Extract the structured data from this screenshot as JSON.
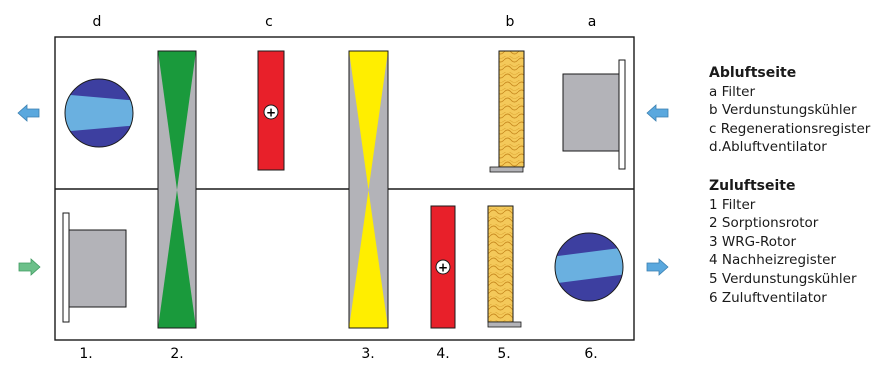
{
  "top_labels": [
    "d",
    "c",
    "b",
    "a"
  ],
  "bottom_labels": [
    "1.",
    "2.",
    "3.",
    "4.",
    "5.",
    "6."
  ],
  "plus_symbol": "+",
  "legend": {
    "exhaust": {
      "title": "Abluftseite",
      "items": [
        "a Filter",
        "b Verdunstungskühler",
        "c Regenerationsregister",
        "d.Abluftventilator"
      ]
    },
    "supply": {
      "title": "Zuluftseite",
      "items": [
        "1 Filter",
        "2 Sorptionsrotor",
        "3 WRG-Rotor",
        "4 Nachheizregister",
        "5  Verdunstungskühler",
        "6 Zuluftventilator"
      ]
    }
  },
  "colors": {
    "sorption_rotor": "#1a9a3c",
    "heat_recovery_rotor": "#ffee00",
    "heater": "#e8202a",
    "evaporative_cooler": "#f0c040",
    "filter": "#b3b3b8",
    "fan_dark": "#3d3fa0",
    "fan_light": "#6ab0e0",
    "arrow_blue": "#5aa8de",
    "arrow_green": "#6cc08a"
  }
}
